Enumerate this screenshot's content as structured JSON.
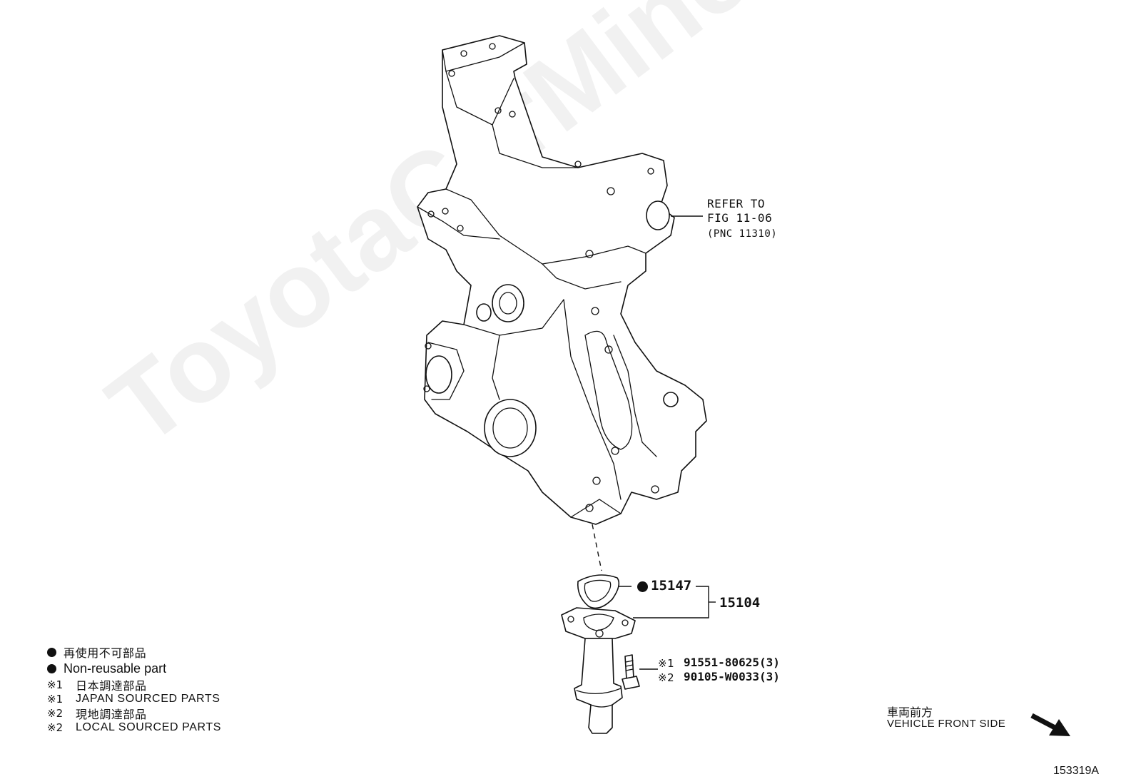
{
  "watermark": "ToyotaCarMine.ru",
  "refer": {
    "line1": "REFER TO",
    "line2": "FIG 11-06",
    "line3": "(PNC 11310)"
  },
  "parts": {
    "gasket_pn": "15147",
    "assembly_pn": "15104",
    "bolt_pn_1": "91551-80625(3)",
    "bolt_pn_2": "90105-W0033(3)",
    "bolt_mark_1": "※1",
    "bolt_mark_2": "※2"
  },
  "legend": {
    "items": [
      {
        "marker": "bullet",
        "text": "再使用不可部品"
      },
      {
        "marker": "bullet",
        "text": "Non-reusable part"
      },
      {
        "marker": "※1",
        "text": "日本調達部品"
      },
      {
        "marker": "※1",
        "text": "JAPAN SOURCED PARTS"
      },
      {
        "marker": "※2",
        "text": "現地調達部品"
      },
      {
        "marker": "※2",
        "text": "LOCAL SOURCED PARTS"
      }
    ]
  },
  "direction": {
    "jp": "車両前方",
    "en": "VEHICLE FRONT SIDE"
  },
  "figure_id": "153319A"
}
